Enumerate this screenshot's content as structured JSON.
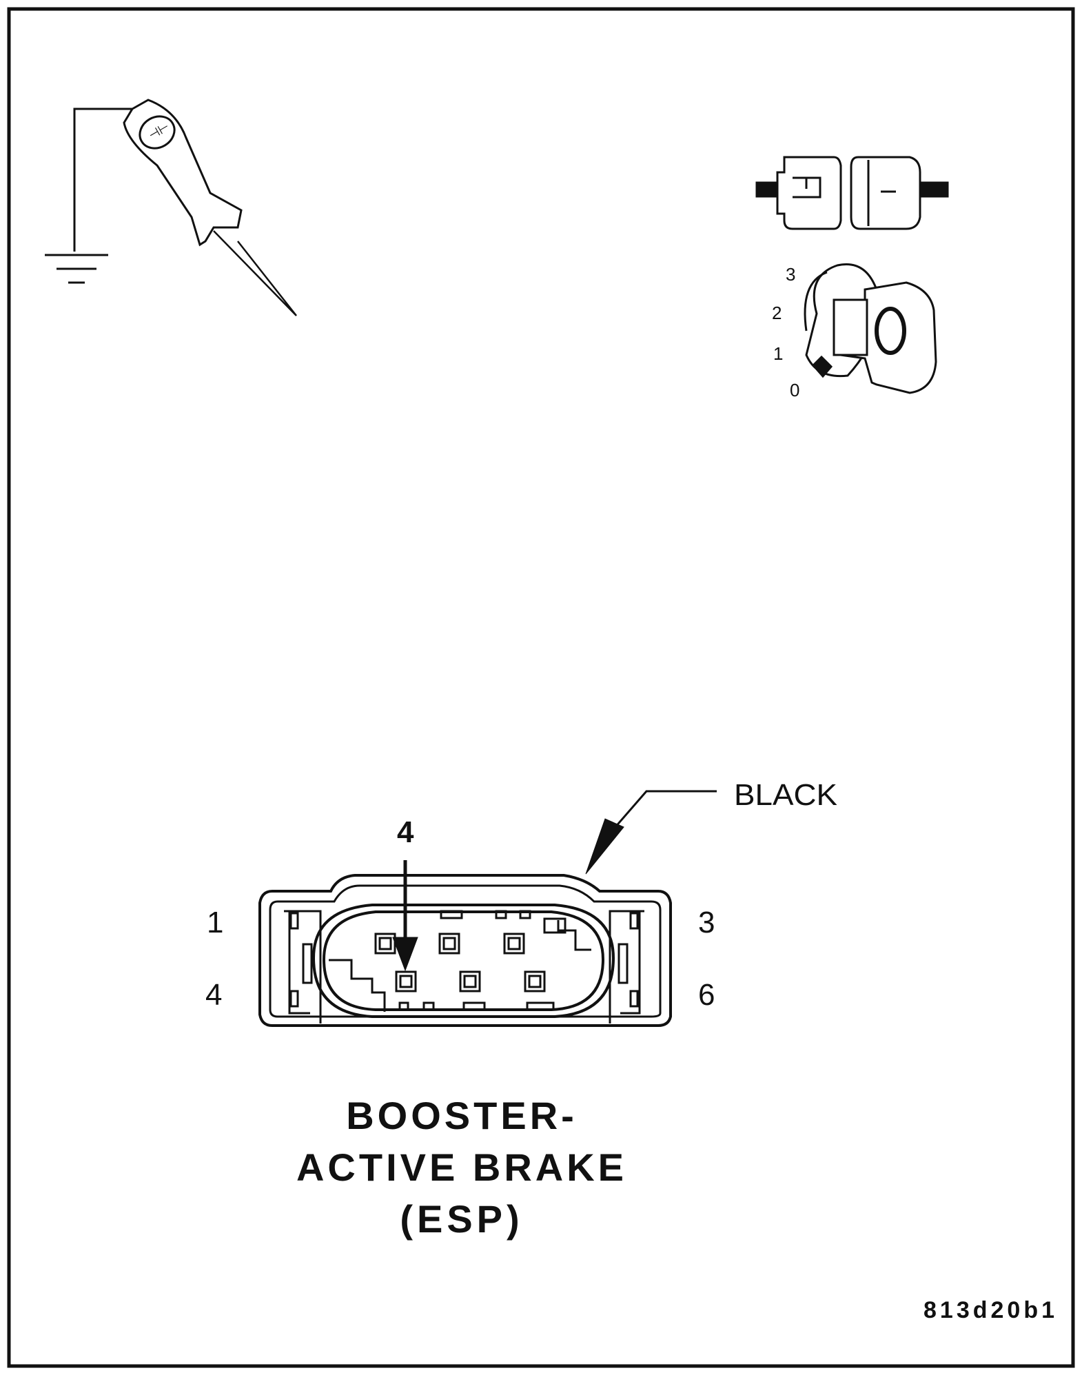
{
  "ignition": {
    "positions": [
      "3",
      "2",
      "1",
      "0"
    ]
  },
  "connector": {
    "color_label": "BLACK",
    "highlight_pin": "4",
    "corner_pins": {
      "top_left": "1",
      "bottom_left": "4",
      "top_right": "3",
      "bottom_right": "6"
    },
    "name_lines": [
      "BOOSTER-",
      "ACTIVE BRAKE",
      "(ESP)"
    ]
  },
  "figure_id": "813d20b1"
}
